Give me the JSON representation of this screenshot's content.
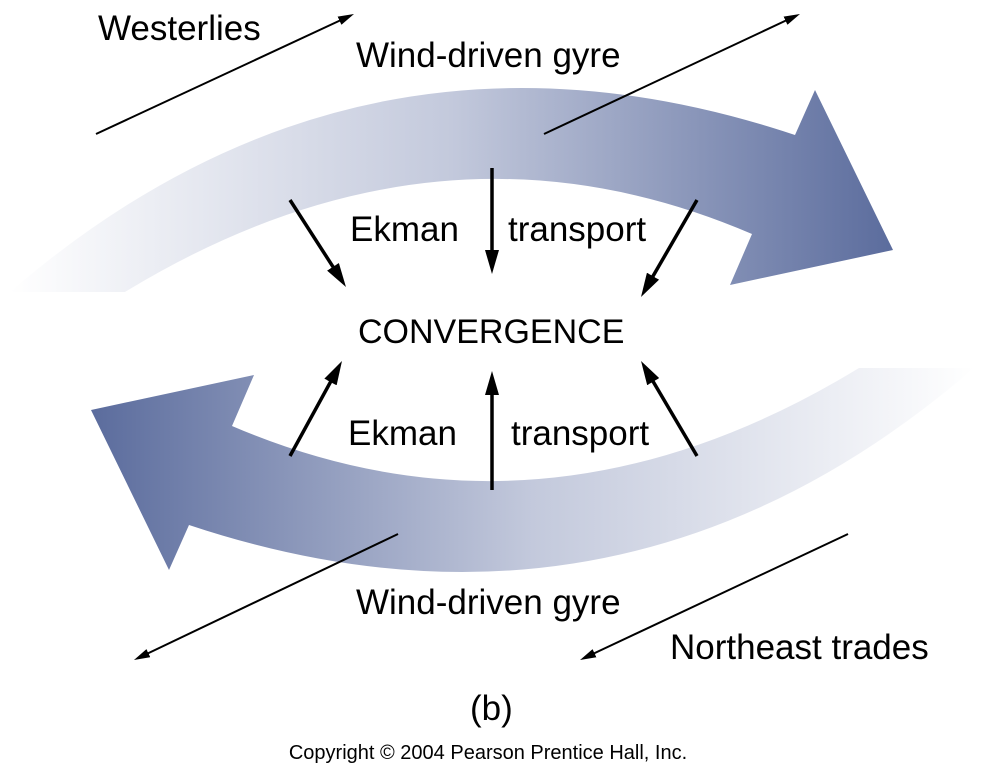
{
  "labels": {
    "westerlies": "Westerlies",
    "gyre_top": "Wind-driven gyre",
    "ekman_top": "Ekman",
    "transport_top": "transport",
    "convergence": "CONVERGENCE",
    "ekman_bottom": "Ekman",
    "transport_bottom": "transport",
    "gyre_bottom": "Wind-driven gyre",
    "northeast_trades": "Northeast trades",
    "panel": "(b)",
    "copyright": "Copyright © 2004 Pearson Prentice Hall, Inc."
  },
  "colors": {
    "background": "#ffffff",
    "gyre_light": "#ffffff",
    "gyre_mid": "#c3c9dc",
    "gyre_dark": "#5b6c9d",
    "arrow": "#000000",
    "text": "#000000"
  }
}
